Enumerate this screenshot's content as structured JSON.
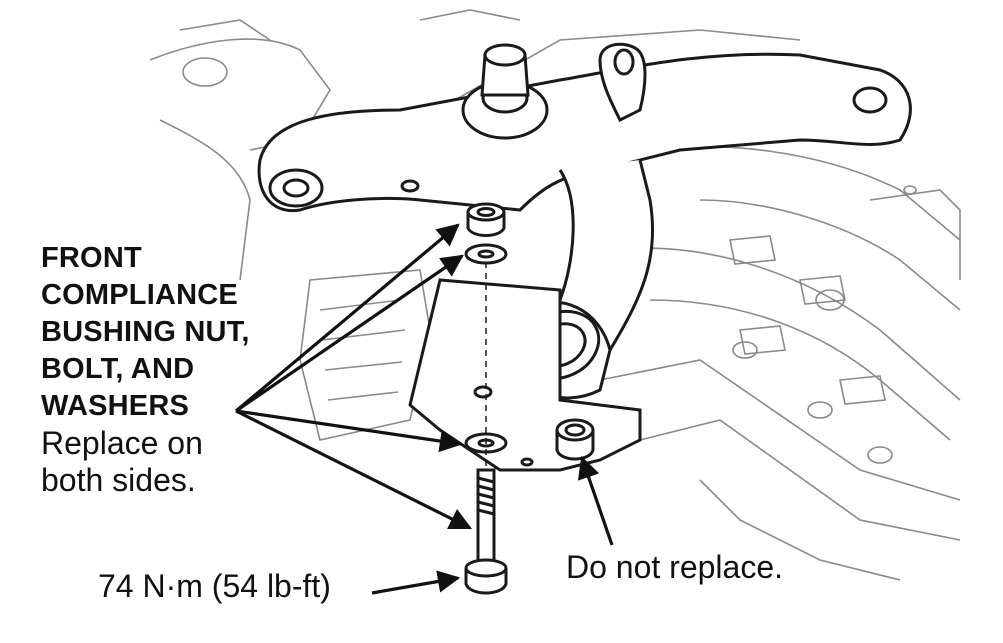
{
  "labels": {
    "part_title_lines": [
      "FRONT",
      "COMPLIANCE",
      "BUSHING NUT,",
      "BOLT, AND",
      "WASHERS"
    ],
    "instruction_lines": [
      "Replace on",
      "both sides."
    ],
    "torque_spec": "74 N·m (54 lb-ft)",
    "nut_note": "Do not replace."
  },
  "colors": {
    "line": "#1a1a1a",
    "background": "#ffffff"
  }
}
